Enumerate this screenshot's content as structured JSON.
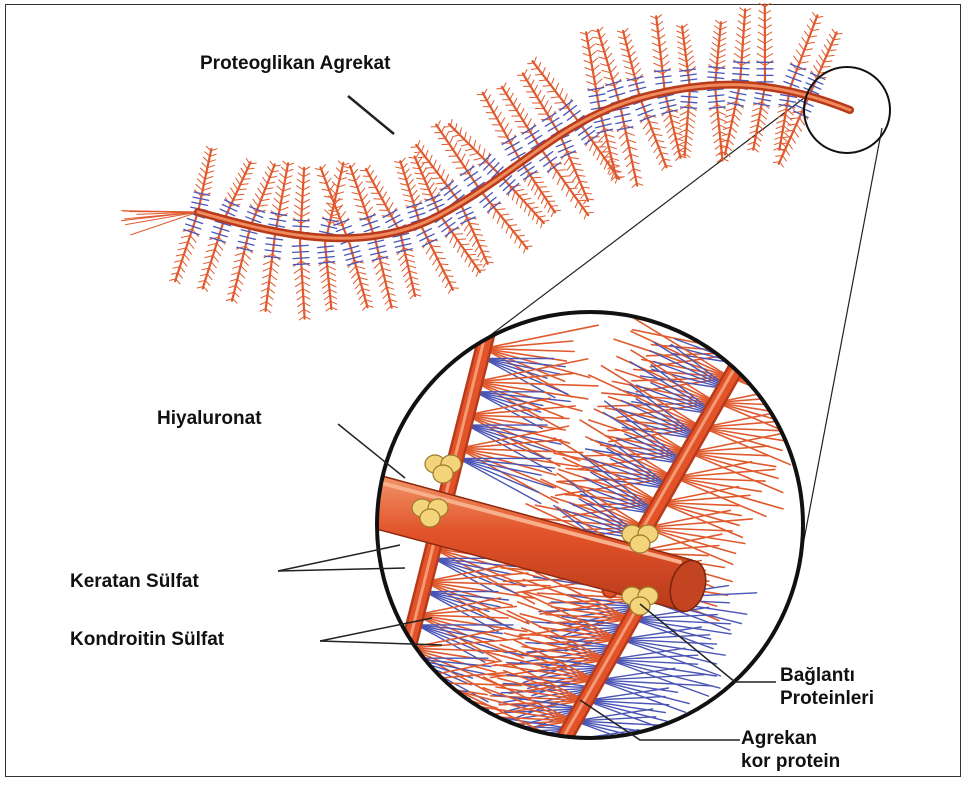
{
  "labels": {
    "aggregate": "Proteoglikan Agrekat",
    "hyaluronan": "Hiyaluronat",
    "keratan_sulfate": "Keratan Sülfat",
    "chondroitin_sulfate": "Kondroitin Sülfat",
    "link_proteins_line1": "Bağlantı",
    "link_proteins_line2": "Proteinleri",
    "core_protein_line1": "Agrekan",
    "core_protein_line2": "kor protein"
  },
  "colors": {
    "hyaluronan": "#e2532a",
    "chondroitin": "#e05a2e",
    "keratan": "#4a55b5",
    "link_protein": "#f3d47a",
    "outline": "#111111"
  }
}
